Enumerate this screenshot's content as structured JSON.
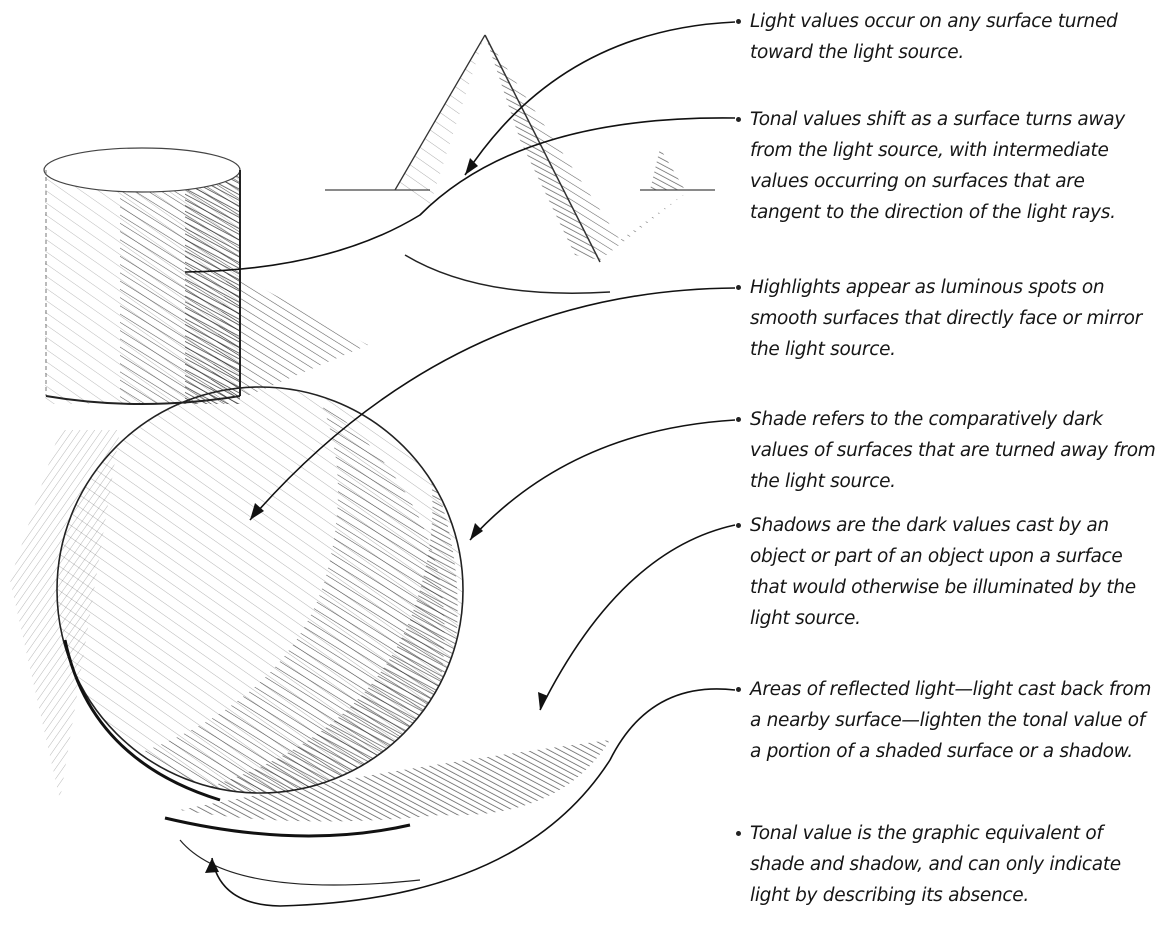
{
  "annotations": [
    {
      "text": "Light values occur on any surface turned toward the light source."
    },
    {
      "text": "Tonal values shift as a surface turns away from the light source, with intermediate values occurring on surfaces that are tangent to the direction of the light rays."
    },
    {
      "text": "Highlights appear as luminous spots on smooth surfaces that directly face or mirror the light source."
    },
    {
      "text": "Shade refers to the comparatively dark values of surfaces that are turned away from the light source."
    },
    {
      "text": "Shadows are the dark values cast by an object or part of an object upon a surface that would otherwise be illuminated by the light source."
    },
    {
      "text": "Areas of reflected light—light cast back from a nearby surface—lighten the tonal value of a portion of a shaded surface or a shadow."
    },
    {
      "text": "Tonal value is the graphic equivalent of shade and shadow, and can only indicate light by describing its absence."
    }
  ],
  "colors": {
    "ink": "#161616",
    "paper": "#ffffff"
  }
}
